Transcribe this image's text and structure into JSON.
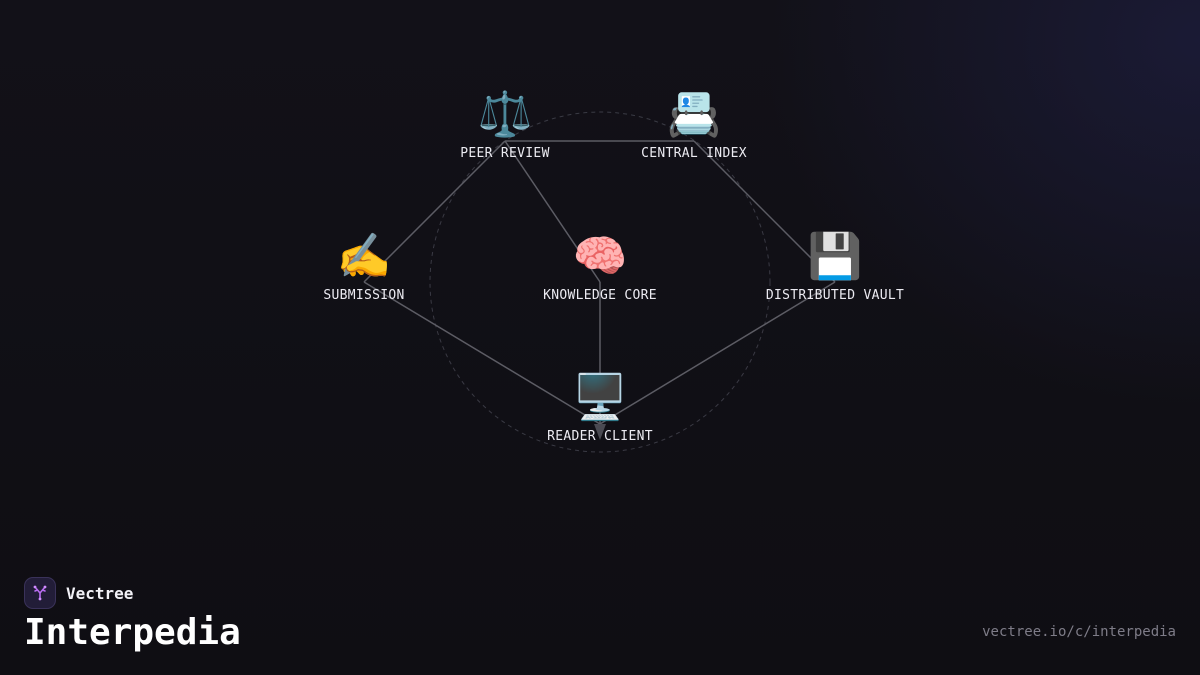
{
  "brand": {
    "name": "Vectree",
    "logo_icon": "vectree-tree-logo-icon",
    "logo_color": "#b86cf0"
  },
  "title": "Interpedia",
  "url": "vectree.io/c/interpedia",
  "colors": {
    "background": "#0f0e13",
    "edge": "#5c5c64",
    "orbit": "#3a3a44",
    "label": "#ecebf2"
  },
  "nodes": {
    "peer_review": {
      "label": "PEER REVIEW",
      "icon": "scales-icon",
      "glyph": "⚖️"
    },
    "central_index": {
      "label": "CENTRAL INDEX",
      "icon": "card-index-icon",
      "glyph": "📇"
    },
    "submission": {
      "label": "SUBMISSION",
      "icon": "writing-hand-icon",
      "glyph": "✍️"
    },
    "knowledge_core": {
      "label": "KNOWLEDGE CORE",
      "icon": "brain-icon",
      "glyph": "🧠"
    },
    "distributed_vault": {
      "label": "DISTRIBUTED VAULT",
      "icon": "floppy-disk-icon",
      "glyph": "💾"
    },
    "reader_client": {
      "label": "READER CLIENT",
      "icon": "desktop-computer-icon",
      "glyph": "🖥️"
    }
  },
  "edges": [
    [
      "peer_review",
      "central_index"
    ],
    [
      "peer_review",
      "submission"
    ],
    [
      "peer_review",
      "knowledge_core"
    ],
    [
      "central_index",
      "distributed_vault"
    ],
    [
      "submission",
      "reader_client"
    ],
    [
      "knowledge_core",
      "reader_client"
    ],
    [
      "distributed_vault",
      "reader_client"
    ]
  ]
}
